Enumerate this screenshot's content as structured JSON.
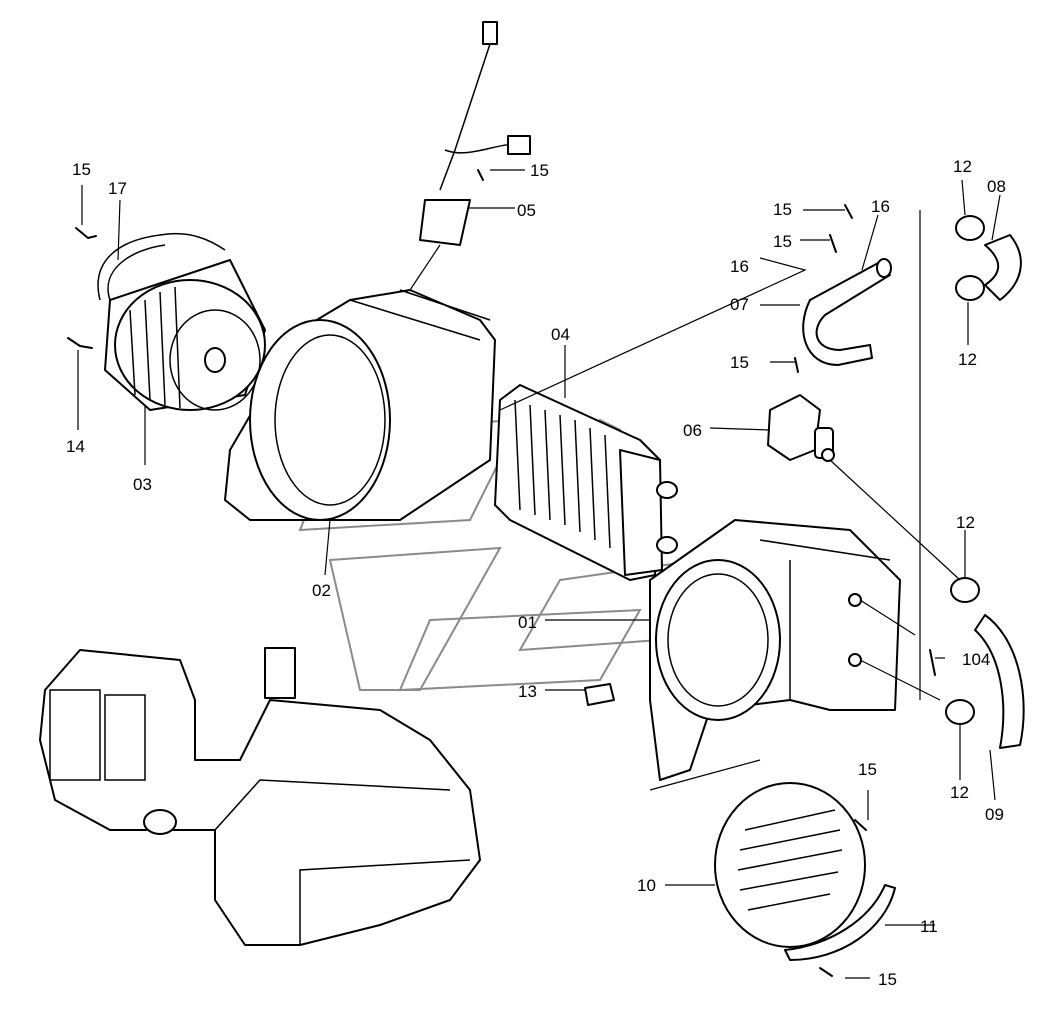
{
  "labels": {
    "p01": "01",
    "p02": "02",
    "p03": "03",
    "p04": "04",
    "p05": "05",
    "p06": "06",
    "p07": "07",
    "p08": "08",
    "p09": "09",
    "p10": "10",
    "p11": "11",
    "p12a": "12",
    "p12b": "12",
    "p12c": "12",
    "p12d": "12",
    "p13": "13",
    "p14": "14",
    "p15a": "15",
    "p15b": "15",
    "p15c": "15",
    "p15d": "15",
    "p15e": "15",
    "p15f": "15",
    "p15g": "15",
    "p16a": "16",
    "p16b": "16",
    "p17": "17",
    "p104": "104"
  }
}
